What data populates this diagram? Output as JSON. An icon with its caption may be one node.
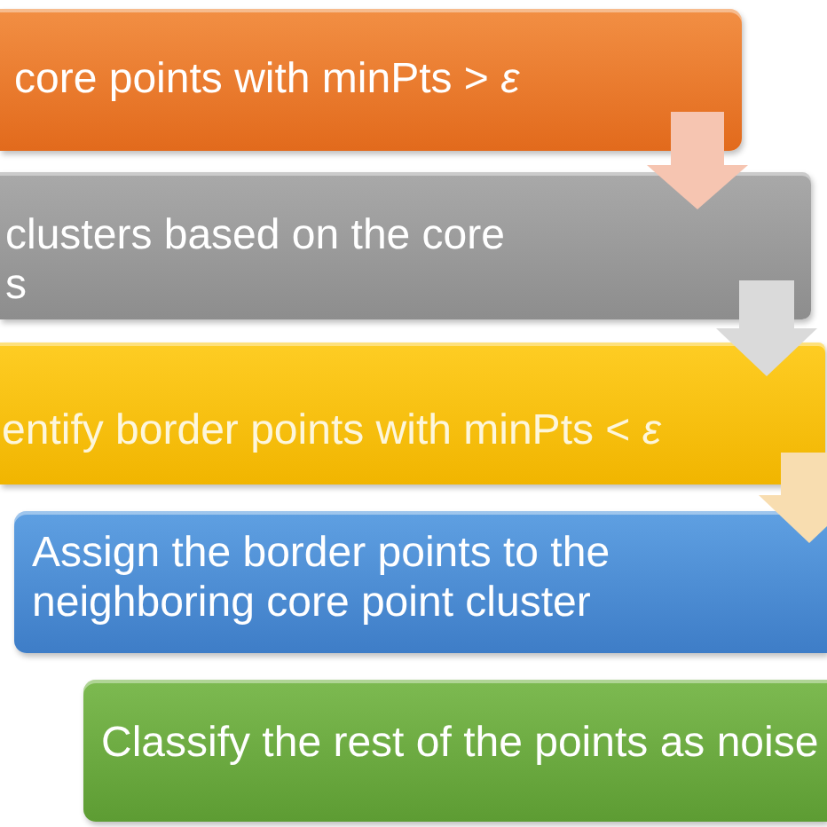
{
  "diagram": {
    "nodes": [
      {
        "text": [
          "core points with minPts > *ε*"
        ]
      },
      {
        "text": [
          "clusters based on the core s"
        ]
      },
      {
        "text": [
          "entify border points with minPts < *ε*"
        ]
      },
      {
        "text": [
          "Assign the border points to the neighboring core point cluster"
        ]
      },
      {
        "text": [
          "Classify the rest of the points as noise"
        ]
      }
    ],
    "edges": [
      {
        "from": 0,
        "to": 1,
        "arrow": "to"
      },
      {
        "from": 1,
        "to": 2,
        "arrow": "to"
      },
      {
        "from": 2,
        "to": 3,
        "arrow": "to"
      }
    ]
  }
}
